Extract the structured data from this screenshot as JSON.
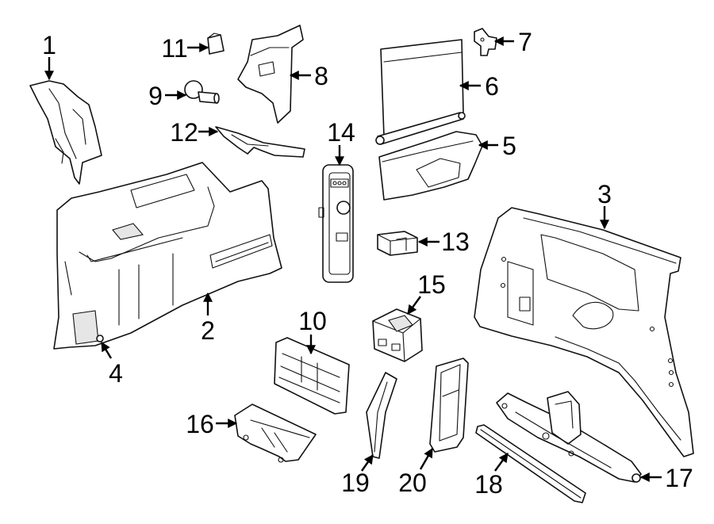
{
  "callouts": [
    {
      "id": "1",
      "label": "1"
    },
    {
      "id": "2",
      "label": "2"
    },
    {
      "id": "3",
      "label": "3"
    },
    {
      "id": "4",
      "label": "4"
    },
    {
      "id": "5",
      "label": "5"
    },
    {
      "id": "6",
      "label": "6"
    },
    {
      "id": "7",
      "label": "7"
    },
    {
      "id": "8",
      "label": "8"
    },
    {
      "id": "9",
      "label": "9"
    },
    {
      "id": "10",
      "label": "10"
    },
    {
      "id": "11",
      "label": "11"
    },
    {
      "id": "12",
      "label": "12"
    },
    {
      "id": "13",
      "label": "13"
    },
    {
      "id": "14",
      "label": "14"
    },
    {
      "id": "15",
      "label": "15"
    },
    {
      "id": "16",
      "label": "16"
    },
    {
      "id": "17",
      "label": "17"
    },
    {
      "id": "18",
      "label": "18"
    },
    {
      "id": "19",
      "label": "19"
    },
    {
      "id": "20",
      "label": "20"
    }
  ],
  "colors": {
    "line": "#111111",
    "background": "#ffffff"
  }
}
